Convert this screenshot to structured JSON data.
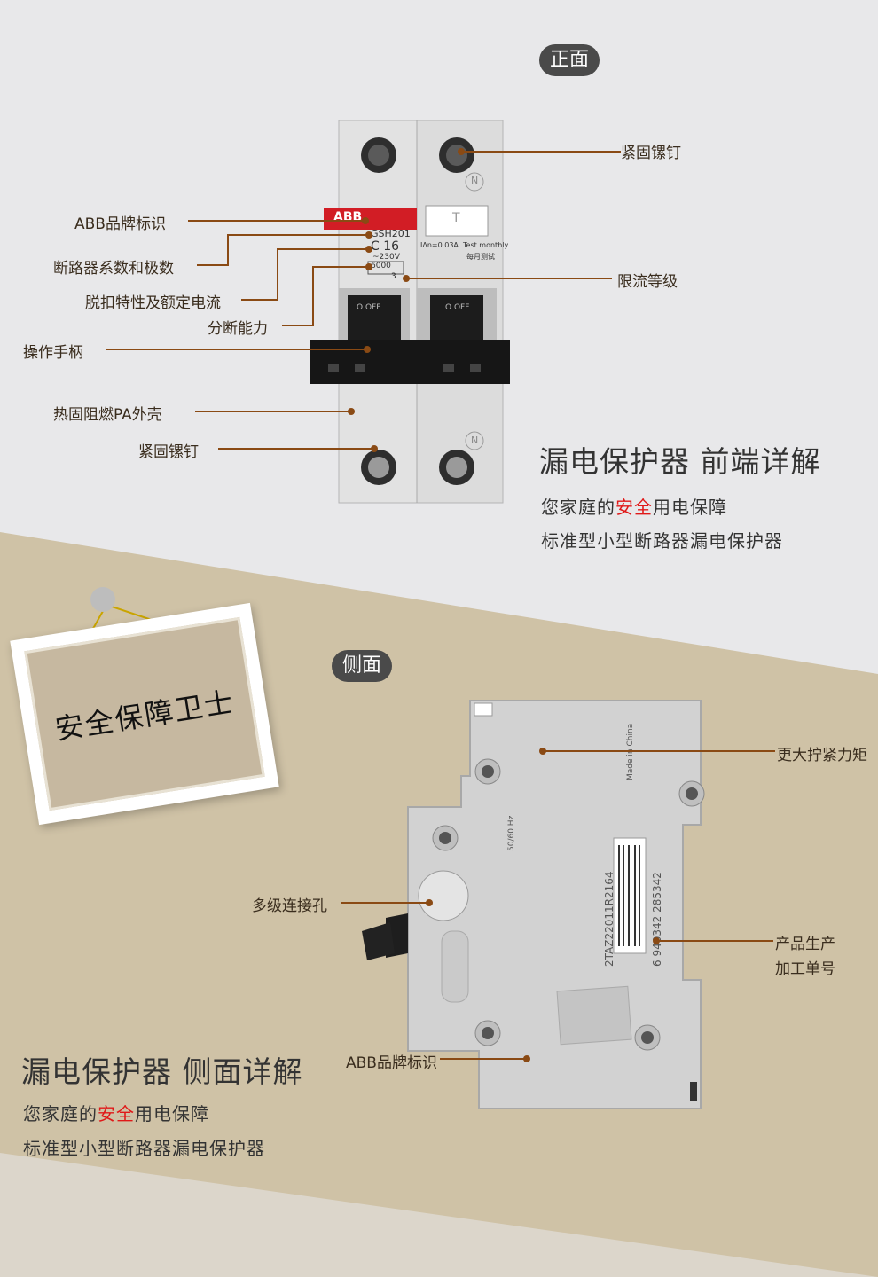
{
  "front": {
    "tag": "正面",
    "labels": {
      "fix_screw_top": "紧固镙钉",
      "abb_brand": "ABB品牌标识",
      "series_poles": "断路器系数和极数",
      "trip_current": "脱扣特性及额定电流",
      "limit_class": "限流等级",
      "breaking_capacity": "分断能力",
      "handle": "操作手柄",
      "shell": "热固阻燃PA外壳",
      "fix_screw_bottom": "紧固镙钉"
    },
    "device": {
      "brand": "ABB",
      "model": "GSH201",
      "rating": "C 16",
      "voltage": "~230V",
      "capacity": "6000",
      "class": "3",
      "idn": "IΔn=0.03A",
      "test_en": "Test monthly",
      "test_cn": "每月测试",
      "test_button": "T",
      "off1": "O OFF",
      "off2": "O OFF",
      "n_mark": "N"
    },
    "heading": "漏电保护器  前端详解",
    "sub1_pre": "您家庭的",
    "sub1_red": "安全",
    "sub1_post": "用电保障",
    "sub2": "标准型小型断路器漏电保护器"
  },
  "side": {
    "tag": "侧面",
    "sign_text": "安全保障卫士",
    "labels": {
      "torque": "更大拧紧力矩",
      "multi_hole": "多级连接孔",
      "serial_1": "产品生产",
      "serial_2": "加工单号",
      "abb_brand": "ABB品牌标识"
    },
    "device": {
      "made_in": "Made in China",
      "hz": "50/60 Hz",
      "code": "2TAZ22011R2164",
      "barcode": "6 940342 285342"
    },
    "heading": "漏电保护器  侧面详解",
    "sub1_pre": "您家庭的",
    "sub1_red": "安全",
    "sub1_post": "用电保障",
    "sub2": "标准型小型断路器漏电保护器"
  },
  "colors": {
    "top_bg": "#e8e8ea",
    "bottom_bg": "#cfc2a6",
    "leader": "#8a4a14",
    "accent_red": "#e01818"
  }
}
